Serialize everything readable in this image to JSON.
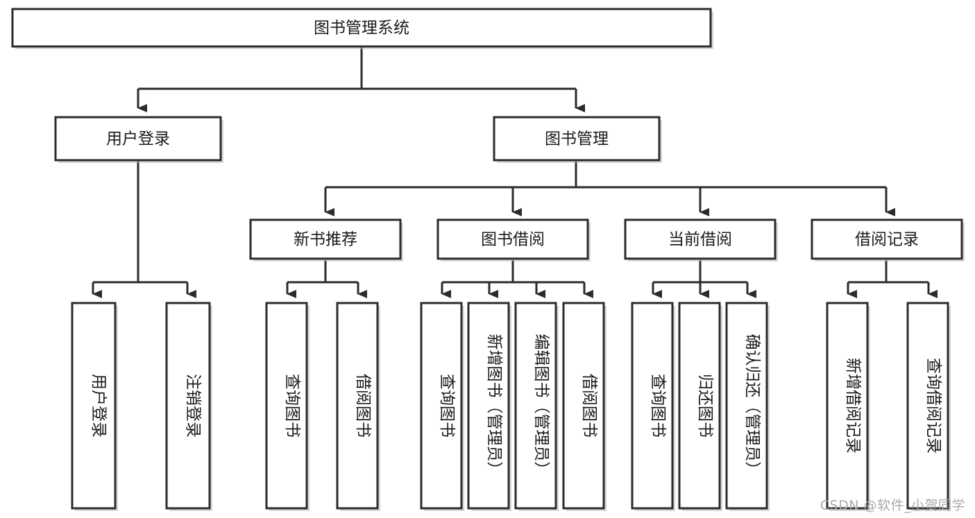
{
  "diagram": {
    "type": "hierarchy-tree",
    "title": "图书管理系统",
    "watermark": "CSDN @软件_小贺同学",
    "colors": {
      "background": "#ffffff",
      "stroke": "#2b2b2b",
      "text": "#1a1a1a",
      "watermark": "#a9a9a9"
    },
    "levels": {
      "level1": [
        {
          "id": "root",
          "label": "图书管理系统",
          "orientation": "horizontal"
        }
      ],
      "level2": [
        {
          "id": "user-login",
          "label": "用户登录",
          "orientation": "horizontal",
          "parent": "root"
        },
        {
          "id": "book-manage",
          "label": "图书管理",
          "orientation": "horizontal",
          "parent": "root"
        }
      ],
      "level3": [
        {
          "id": "new-book-rec",
          "label": "新书推荐",
          "orientation": "horizontal",
          "parent": "book-manage"
        },
        {
          "id": "book-borrow",
          "label": "图书借阅",
          "orientation": "horizontal",
          "parent": "book-manage"
        },
        {
          "id": "current-borrow",
          "label": "当前借阅",
          "orientation": "horizontal",
          "parent": "book-manage"
        },
        {
          "id": "borrow-record",
          "label": "借阅记录",
          "orientation": "horizontal",
          "parent": "book-manage"
        }
      ],
      "level4": [
        {
          "id": "leaf-user-login",
          "label": "用户登录",
          "orientation": "vertical",
          "parent": "user-login"
        },
        {
          "id": "leaf-user-logout",
          "label": "注销登录",
          "orientation": "vertical",
          "parent": "user-login"
        },
        {
          "id": "leaf-query-book-1",
          "label": "查询图书",
          "orientation": "vertical",
          "parent": "new-book-rec"
        },
        {
          "id": "leaf-borrow-book-1",
          "label": "借阅图书",
          "orientation": "vertical",
          "parent": "new-book-rec"
        },
        {
          "id": "leaf-query-book-2",
          "label": "查询图书",
          "orientation": "vertical",
          "parent": "book-borrow"
        },
        {
          "id": "leaf-add-book",
          "label": "新增图书（管理员）",
          "orientation": "vertical",
          "parent": "book-borrow"
        },
        {
          "id": "leaf-edit-book",
          "label": "编辑图书（管理员）",
          "orientation": "vertical",
          "parent": "book-borrow"
        },
        {
          "id": "leaf-borrow-book-2",
          "label": "借阅图书",
          "orientation": "vertical",
          "parent": "book-borrow"
        },
        {
          "id": "leaf-query-book-3",
          "label": "查询图书",
          "orientation": "vertical",
          "parent": "current-borrow"
        },
        {
          "id": "leaf-return-book",
          "label": "归还图书",
          "orientation": "vertical",
          "parent": "current-borrow"
        },
        {
          "id": "leaf-confirm-return",
          "label": "确认归还（管理员）",
          "orientation": "vertical",
          "parent": "current-borrow"
        },
        {
          "id": "leaf-add-record",
          "label": "新增借阅记录",
          "orientation": "vertical",
          "parent": "borrow-record"
        },
        {
          "id": "leaf-query-record",
          "label": "查询借阅记录",
          "orientation": "vertical",
          "parent": "borrow-record"
        }
      ]
    }
  }
}
